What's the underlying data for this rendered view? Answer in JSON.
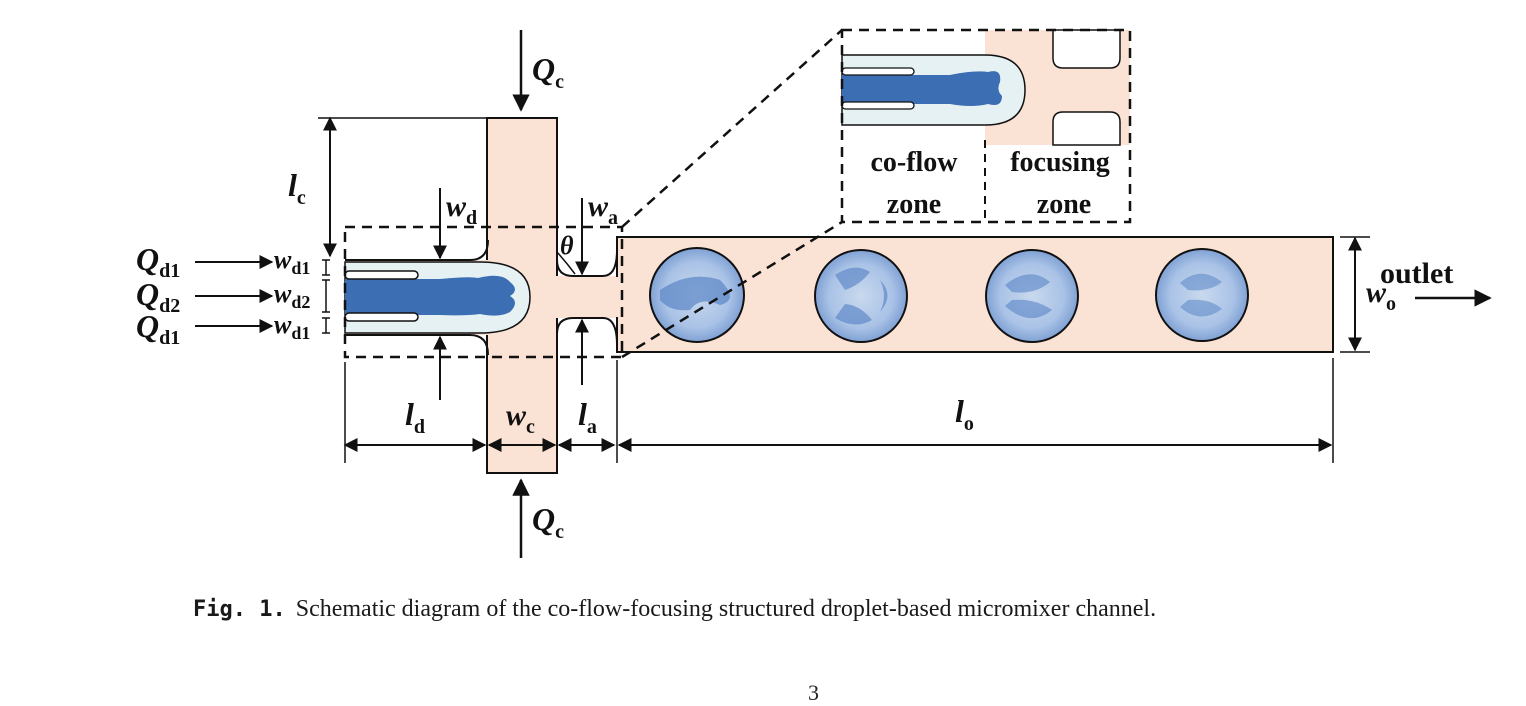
{
  "labels": {
    "qc_top": "Q",
    "qc_top_sub": "c",
    "qc_bottom": "Q",
    "qc_bottom_sub": "c",
    "lc": "l",
    "lc_sub": "c",
    "wd": "w",
    "wd_sub": "d",
    "wa": "w",
    "wa_sub": "a",
    "theta": "θ",
    "qd1_top": "Q",
    "qd1_top_sub": "d1",
    "qd2": "Q",
    "qd2_sub": "d2",
    "qd1_bottom": "Q",
    "qd1_bottom_sub": "d1",
    "wd1_top": "w",
    "wd1_top_sub": "d1",
    "wd2": "w",
    "wd2_sub": "d2",
    "wd1_bottom": "w",
    "wd1_bottom_sub": "d1",
    "ld": "l",
    "ld_sub": "d",
    "wc": "w",
    "wc_sub": "c",
    "la": "l",
    "la_sub": "a",
    "lo": "l",
    "lo_sub": "o",
    "wo": "w",
    "wo_sub": "o",
    "outlet": "outlet",
    "coflow_line1": "co-flow",
    "coflow_line2": "zone",
    "focusing_line1": "focusing",
    "focusing_line2": "zone"
  },
  "caption": {
    "fig": "Fig. 1.",
    "text": "Schematic diagram of the co-flow-focusing structured droplet-based micromixer channel."
  },
  "page_number": "3",
  "colors": {
    "channel_fill": "#fae2d4",
    "dispersed_blue": "#3c6eb4",
    "light_cyan": "#e6f1f4",
    "stroke": "#111111"
  }
}
